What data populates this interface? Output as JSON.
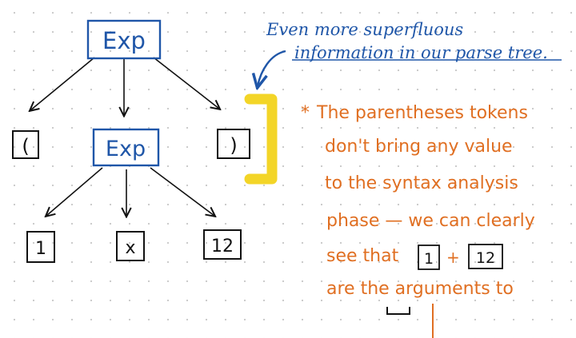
{
  "tree": {
    "root_label": "Exp",
    "open_paren_label": "(",
    "inner_label": "Exp",
    "close_paren_label": ")",
    "leaf_1_label": "1",
    "leaf_x_label": "x",
    "leaf_12_label": "12"
  },
  "blue_note": {
    "line1": "Even more superfluous",
    "line2": "information in our parse tree."
  },
  "orange_note": {
    "asterisk": "*",
    "line1": "The parentheses tokens",
    "line2": "don't bring any value",
    "line3": "to the syntax analysis",
    "line4": "phase — we can clearly",
    "line5_a": "see that",
    "line5_box1": "1",
    "line5_and": "+",
    "line5_box2": "12",
    "line6": "are the arguments to"
  },
  "colors": {
    "ink": "#111111",
    "blue": "#1f56a8",
    "orange": "#e06f22",
    "highlight": "#f2d31b"
  }
}
